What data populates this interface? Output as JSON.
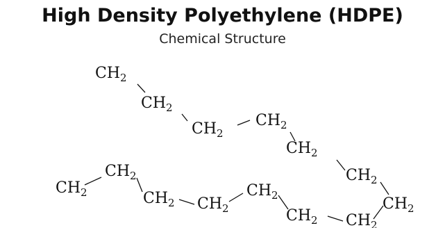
{
  "title": "High Density Polyethylene (HDPE)",
  "subtitle": "Chemical Structure",
  "groups": [
    {
      "id": "g1",
      "label": "CH",
      "sub": "2"
    },
    {
      "id": "g2",
      "label": "CH",
      "sub": "2"
    },
    {
      "id": "g3",
      "label": "CH",
      "sub": "2"
    },
    {
      "id": "g4",
      "label": "CH",
      "sub": "2"
    },
    {
      "id": "g5",
      "label": "CH",
      "sub": "2"
    },
    {
      "id": "g6",
      "label": "CH",
      "sub": "2"
    },
    {
      "id": "g7",
      "label": "CH",
      "sub": "2"
    },
    {
      "id": "g8",
      "label": "CH",
      "sub": "2"
    },
    {
      "id": "g9",
      "label": "CH",
      "sub": "2"
    },
    {
      "id": "g10",
      "label": "CH",
      "sub": "2"
    },
    {
      "id": "g11",
      "label": "CH",
      "sub": "2"
    },
    {
      "id": "g12",
      "label": "CH",
      "sub": "2"
    },
    {
      "id": "g13",
      "label": "CH",
      "sub": "2"
    },
    {
      "id": "g14",
      "label": "CH",
      "sub": "2"
    }
  ],
  "bonds": [
    [
      "start",
      "g1"
    ],
    [
      "g1",
      "g2"
    ],
    [
      "g2",
      "g3"
    ],
    [
      "g3",
      "g4"
    ],
    [
      "g4",
      "g5"
    ],
    [
      "g5",
      "g6"
    ],
    [
      "g6",
      "g7"
    ],
    [
      "g7",
      "g8"
    ],
    [
      "g8",
      "g9"
    ],
    [
      "g9",
      "g10"
    ],
    [
      "g10",
      "g11"
    ],
    [
      "g11",
      "g12"
    ],
    [
      "g12",
      "g13"
    ],
    [
      "g13",
      "g14"
    ],
    [
      "g14",
      "end"
    ]
  ]
}
